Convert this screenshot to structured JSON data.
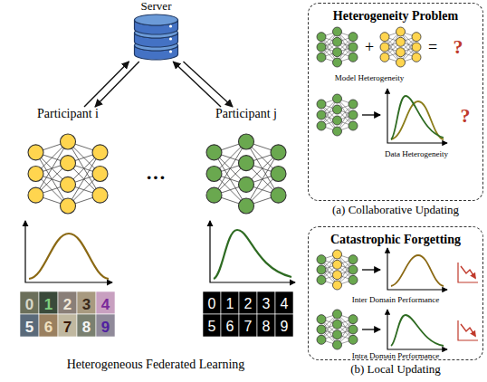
{
  "diagram": {
    "nodes": [
      {
        "text": [
          "Server"
        ]
      },
      {
        "text": [
          "Participant i"
        ]
      },
      {
        "text": [
          "Participant j"
        ]
      },
      {
        "text": [
          "Heterogeneity Problem",
          "(a) Collaborative Updating"
        ]
      },
      {
        "text": [
          "Catastrophic Forgetting",
          "(b) Local Updating"
        ]
      }
    ],
    "edges": [
      {
        "from": 0,
        "to": 1,
        "arrow": "to"
      },
      {
        "from": 1,
        "to": 0,
        "arrow": "to"
      },
      {
        "from": 0,
        "to": 2,
        "arrow": "to"
      },
      {
        "from": 2,
        "to": 0,
        "arrow": "to"
      }
    ],
    "labels": [
      "···",
      "Heterogeneous Federated Learning",
      "+",
      "=",
      "?",
      "Model Heterogeneity",
      "?",
      "Data Heterogeneity",
      "Inter Domain Performance",
      "Intra Domain Performance",
      "0",
      "1",
      "2",
      "3",
      "4",
      "5",
      "6",
      "7",
      "8",
      "9",
      "0",
      "1",
      "2",
      "3",
      "4",
      "5",
      "6",
      "7",
      "8",
      "9"
    ]
  }
}
